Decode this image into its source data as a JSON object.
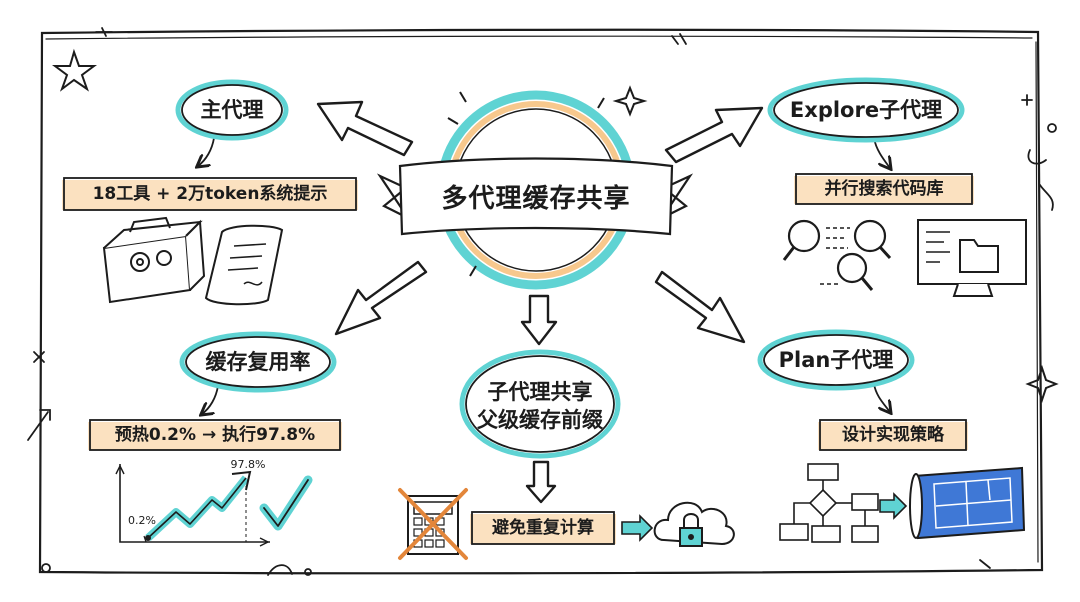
{
  "title": "多代理缓存共享",
  "nodes": {
    "main_agent": "主代理",
    "explore_agent": "Explore子代理",
    "plan_agent": "Plan子代理",
    "cache_rate": "缓存复用率",
    "sub_share_line1": "子代理共享",
    "sub_share_line2": "父级缓存前缀"
  },
  "notes": {
    "main_agent": "18工具 + 2万token系统提示",
    "explore_agent": "并行搜索代码库",
    "plan_agent": "设计实现策略",
    "cache_rate": "预热0.2% → 执行97.8%",
    "sub_share": "避免重复计算"
  },
  "mini_chart": {
    "start_label": "0.2%",
    "end_label": "97.8%",
    "values": [
      0.2,
      97.8
    ]
  },
  "colors": {
    "teal": "#5fd3d3",
    "orange": "#f7c88d",
    "ink": "#1c1c1c",
    "blue": "#3f78d6"
  },
  "icons": [
    "star-icon",
    "sparkle-icon",
    "toolbox-icon",
    "scroll-icon",
    "magnifier-icon",
    "monitor-icon",
    "check-icon",
    "calculator-icon",
    "cloud-lock-icon",
    "flowchart-icon",
    "blueprint-icon"
  ]
}
